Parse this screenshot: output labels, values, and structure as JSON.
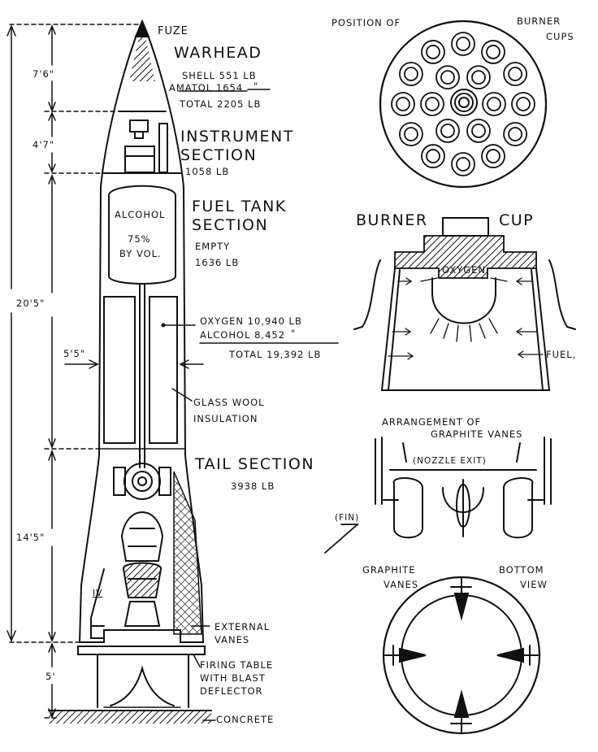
{
  "rocket": {
    "fuze": "FUZE",
    "warhead": "WARHEAD",
    "shell": "SHELL 551 LB",
    "amatol": "AMATOL 1654",
    "amatol_ditto": "\"",
    "warhead_total": "TOTAL 2205 LB",
    "instrument_1": "INSTRUMENT",
    "instrument_2": "SECTION",
    "instrument_weight": "1058 LB",
    "fuel_1": "FUEL TANK",
    "fuel_2": "SECTION",
    "fuel_empty": "EMPTY",
    "fuel_weight": "1636 LB",
    "alcohol_tank": "ALCOHOL",
    "alcohol_pct": "75%",
    "alcohol_vol": "BY VOL.",
    "oxygen_load": "OXYGEN 10,940 LB",
    "alcohol_load": "ALCOHOL 8,452",
    "alcohol_ditto": "\"",
    "load_total": "TOTAL 19,392 LB",
    "glass_1": "GLASS WOOL",
    "glass_2": "INSULATION",
    "tail": "TAIL SECTION",
    "tail_weight": "3938 LB",
    "ext_1": "EXTERNAL",
    "ext_2": "VANES",
    "fire_1": "FIRING TABLE",
    "fire_2": "WITH BLAST",
    "fire_3": "DEFLECTOR",
    "concrete": "CONCRETE",
    "fin_mark": "IV"
  },
  "dimensions": {
    "d1": "7'6\"",
    "d2": "4'7\"",
    "d3": "20'5\"",
    "d4": "14'5\"",
    "d5": "5'",
    "diameter": "5'5\""
  },
  "burner_plate": {
    "label_left": "POSITION OF",
    "label_right_1": "BURNER",
    "label_right_2": "CUPS"
  },
  "burner_cup": {
    "title_left": "BURNER",
    "title_right": "CUP",
    "oxygen": "OXYGEN",
    "fuel": "FUEL,"
  },
  "vanes": {
    "title_1": "ARRANGEMENT OF",
    "title_2": "GRAPHITE VANES",
    "nozzle": "(NOZZLE EXIT)",
    "fin": "(FIN)"
  },
  "bottom": {
    "graphite_1": "GRAPHITE",
    "graphite_2": "VANES",
    "bottom_1": "BOTTOM",
    "bottom_2": "VIEW"
  }
}
